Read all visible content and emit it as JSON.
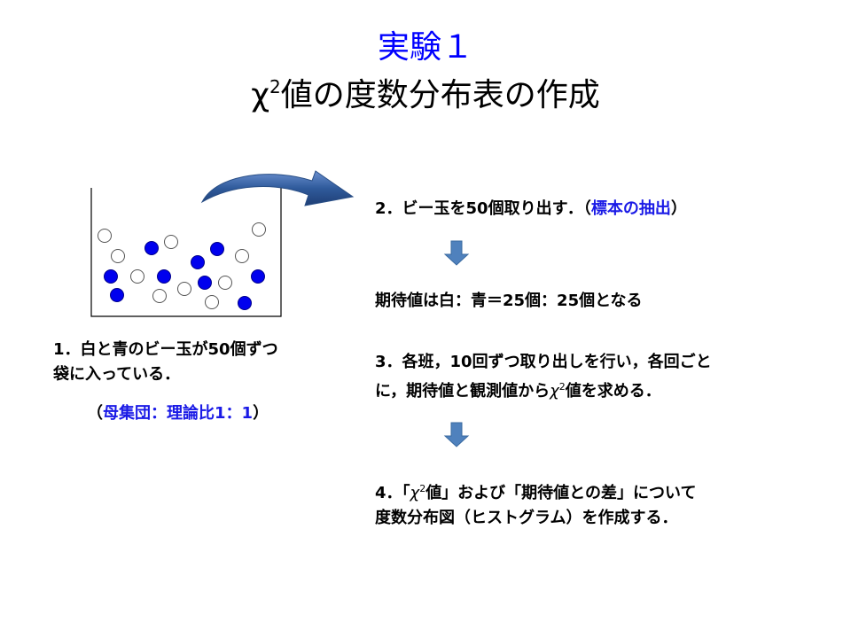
{
  "title": {
    "line1": "実験１",
    "line2_chi": "χ",
    "line2_sup": "2",
    "line2_rest": "値の度数分布表の作成"
  },
  "step1": {
    "line1": "1．白と青のビー玉が50個ずつ",
    "line2": "袋に入っている．",
    "note_open": "（",
    "note_blue": "母集団：理論比1：1",
    "note_close": "）"
  },
  "step2": {
    "text": "2．ビー玉を50個取り出す．（",
    "blue": "標本の抽出",
    "close": "）"
  },
  "expected": {
    "text": "期待値は白：青＝25個：25個となる"
  },
  "step3": {
    "line1": "3．各班，10回ずつ取り出しを行い，各回ごと",
    "line2_pre": "に，期待値と観測値から",
    "line2_chi": "χ",
    "line2_sup": "2",
    "line2_post": "値を求める．"
  },
  "step4": {
    "line1_pre": "4．「",
    "line1_chi": "χ",
    "line1_sup": "2",
    "line1_post": "値」および「期待値との差」について",
    "line2": "度数分布図（ヒストグラム）を作成する．"
  },
  "colors": {
    "title_blue": "#0000ff",
    "text_blue": "#1a1ae6",
    "marble_blue": "#0000ee",
    "arrow_blue": "#2f5a9b",
    "down_arrow": "#4f81bd"
  }
}
